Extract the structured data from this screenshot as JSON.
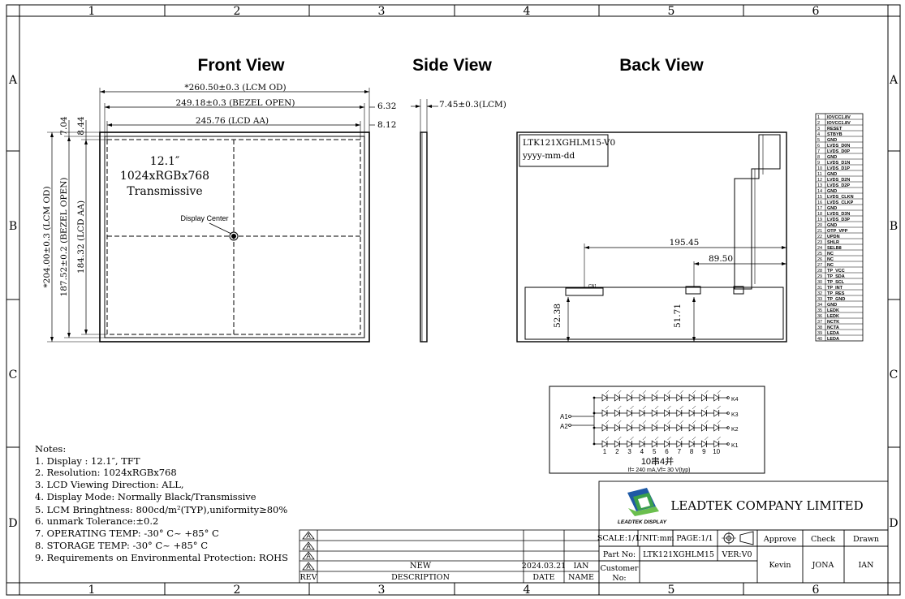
{
  "frame": {
    "cols": [
      "1",
      "2",
      "3",
      "4",
      "5",
      "6"
    ],
    "rows": [
      "A",
      "B",
      "C",
      "D"
    ]
  },
  "views": {
    "front": "Front View",
    "side": "Side View",
    "back": "Back View"
  },
  "front": {
    "dims": {
      "lcm_od_w": "*260.50±0.3 (LCM OD)",
      "bezel_open_w": "249.18±0.3 (BEZEL OPEN)",
      "lcd_aa_w": "245.76 (LCD AA)",
      "right_top1": "6.32",
      "right_top2": "8.12",
      "left_top1": "7.04",
      "left_top2": "8.44",
      "lcm_od_h": "*204.00±0.3 (LCM OD)",
      "bezel_open_h": "187.52±0.2 (BEZEL OPEN)",
      "lcd_aa_h": "184.32 (LCD AA)"
    },
    "spec": [
      "12.1″",
      "1024xRGBx768",
      "Transmissive"
    ],
    "display_center": "Display Center"
  },
  "side": {
    "thickness": "7.45±0.3(LCM)"
  },
  "back": {
    "label_line1": "LTK121XGHLM15-V0",
    "label_line2": "yyyy-mm-dd",
    "dim_a": "195.45",
    "dim_b": "89.50",
    "dim_c": "52.38",
    "dim_d": "51.71",
    "conn_label": "CN1"
  },
  "pins": [
    {
      "n": "1",
      "name": "IOVCC1.8V"
    },
    {
      "n": "2",
      "name": "IOVCC1.8V"
    },
    {
      "n": "3",
      "name": "RESET"
    },
    {
      "n": "4",
      "name": "STBYB"
    },
    {
      "n": "5",
      "name": "GND"
    },
    {
      "n": "6",
      "name": "LVDS_D0N"
    },
    {
      "n": "7",
      "name": "LVDS_D0P"
    },
    {
      "n": "8",
      "name": "GND"
    },
    {
      "n": "9",
      "name": "LVDS_D1N"
    },
    {
      "n": "10",
      "name": "LVDS_D1P"
    },
    {
      "n": "11",
      "name": "GND"
    },
    {
      "n": "12",
      "name": "LVDS_D2N"
    },
    {
      "n": "13",
      "name": "LVDS_D2P"
    },
    {
      "n": "14",
      "name": "GND"
    },
    {
      "n": "15",
      "name": "LVDS_CLKN"
    },
    {
      "n": "16",
      "name": "LVDS_CLKP"
    },
    {
      "n": "17",
      "name": "GND"
    },
    {
      "n": "18",
      "name": "LVDS_D3N"
    },
    {
      "n": "19",
      "name": "LVDS_D3P"
    },
    {
      "n": "20",
      "name": "GND"
    },
    {
      "n": "21",
      "name": "OTP_VPP"
    },
    {
      "n": "22",
      "name": "UPDN"
    },
    {
      "n": "23",
      "name": "SHLR"
    },
    {
      "n": "24",
      "name": "SELB8"
    },
    {
      "n": "25",
      "name": "NC"
    },
    {
      "n": "26",
      "name": "NC"
    },
    {
      "n": "27",
      "name": "NC"
    },
    {
      "n": "28",
      "name": "TP_VCC"
    },
    {
      "n": "29",
      "name": "TP_SDA"
    },
    {
      "n": "30",
      "name": "TP_SCL"
    },
    {
      "n": "31",
      "name": "TP_INT"
    },
    {
      "n": "32",
      "name": "TP_RES"
    },
    {
      "n": "33",
      "name": "TP_GND"
    },
    {
      "n": "34",
      "name": "GND"
    },
    {
      "n": "35",
      "name": "LEDK"
    },
    {
      "n": "36",
      "name": "LEDK"
    },
    {
      "n": "37",
      "name": "NCTK"
    },
    {
      "n": "38",
      "name": "NCTA"
    },
    {
      "n": "39",
      "name": "LEDA"
    },
    {
      "n": "40",
      "name": "LEDA"
    }
  ],
  "led": {
    "anodes": [
      "A1",
      "A2"
    ],
    "cathodes": [
      "K4",
      "K3",
      "K2",
      "K1"
    ],
    "numbers": [
      "1",
      "2",
      "3",
      "4",
      "5",
      "6",
      "7",
      "8",
      "9",
      "10"
    ],
    "caption": "10串4并",
    "note": "If= 240 mA,Vf= 30 V(typ)"
  },
  "notes": {
    "title": "Notes:",
    "items": [
      "1. Display : 12.1″,   TFT",
      "2. Resolution: 1024xRGBx768",
      "3. LCD Viewing Direction: ALL,",
      "4. Display Mode: Normally Black/Transmissive",
      "5. LCM Bringhtness: 800cd/m²(TYP),uniformity≥80%",
      "6. unmark Tolerance:±0.2",
      "7. OPERATING TEMP: -30° C~ +85° C",
      "8. STORAGE TEMP: -30° C~ +85° C",
      "9. Requirements on Environmental Protection: ROHS"
    ]
  },
  "revision": {
    "row_marks": [
      "A",
      "A",
      "A",
      "A"
    ],
    "new": "NEW",
    "date_val": "2024.03.21",
    "name_val": "IAN",
    "h_rev": "REV",
    "h_desc": "DESCRIPTION",
    "h_date": "DATE",
    "h_name": "NAME"
  },
  "titleblock": {
    "logo_text": "LEADTEK DISPLAY",
    "company": "LEADTEK COMPANY LIMITED",
    "scale": "SCALE:1/1",
    "unit": "UNIT:mm",
    "page": "PAGE:1/1",
    "approve": "Approve",
    "check": "Check",
    "drawn": "Drawn",
    "part_no_label": "Part No:",
    "part_no": "LTK121XGHLM15",
    "ver": "VER:V0",
    "customer_label": "Customer",
    "no_label": "No:",
    "approve_name": "Kevin",
    "check_name": "JONA",
    "drawn_name": "IAN"
  }
}
